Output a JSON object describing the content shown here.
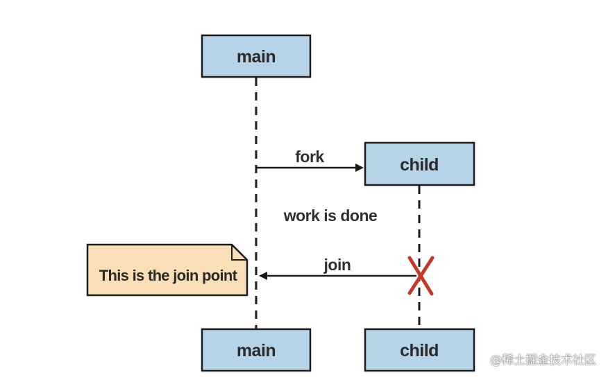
{
  "diagram": {
    "title": "",
    "participants": [
      {
        "id": "main",
        "label": "main"
      },
      {
        "id": "child",
        "label": "child"
      }
    ],
    "messages": [
      {
        "label": "fork",
        "from": "main",
        "to": "child"
      },
      {
        "label": "join",
        "from": "child",
        "to": "main"
      }
    ],
    "annotation": "work is done",
    "note": "This is the join point",
    "termination": {
      "participant": "child",
      "symbol": "X",
      "color": "#c0392b"
    },
    "colors": {
      "box_fill": "#b7d3e8",
      "note_fill": "#f8dfb8",
      "line": "#1a1a1a"
    }
  },
  "watermark": "@稀土掘金技术社区"
}
